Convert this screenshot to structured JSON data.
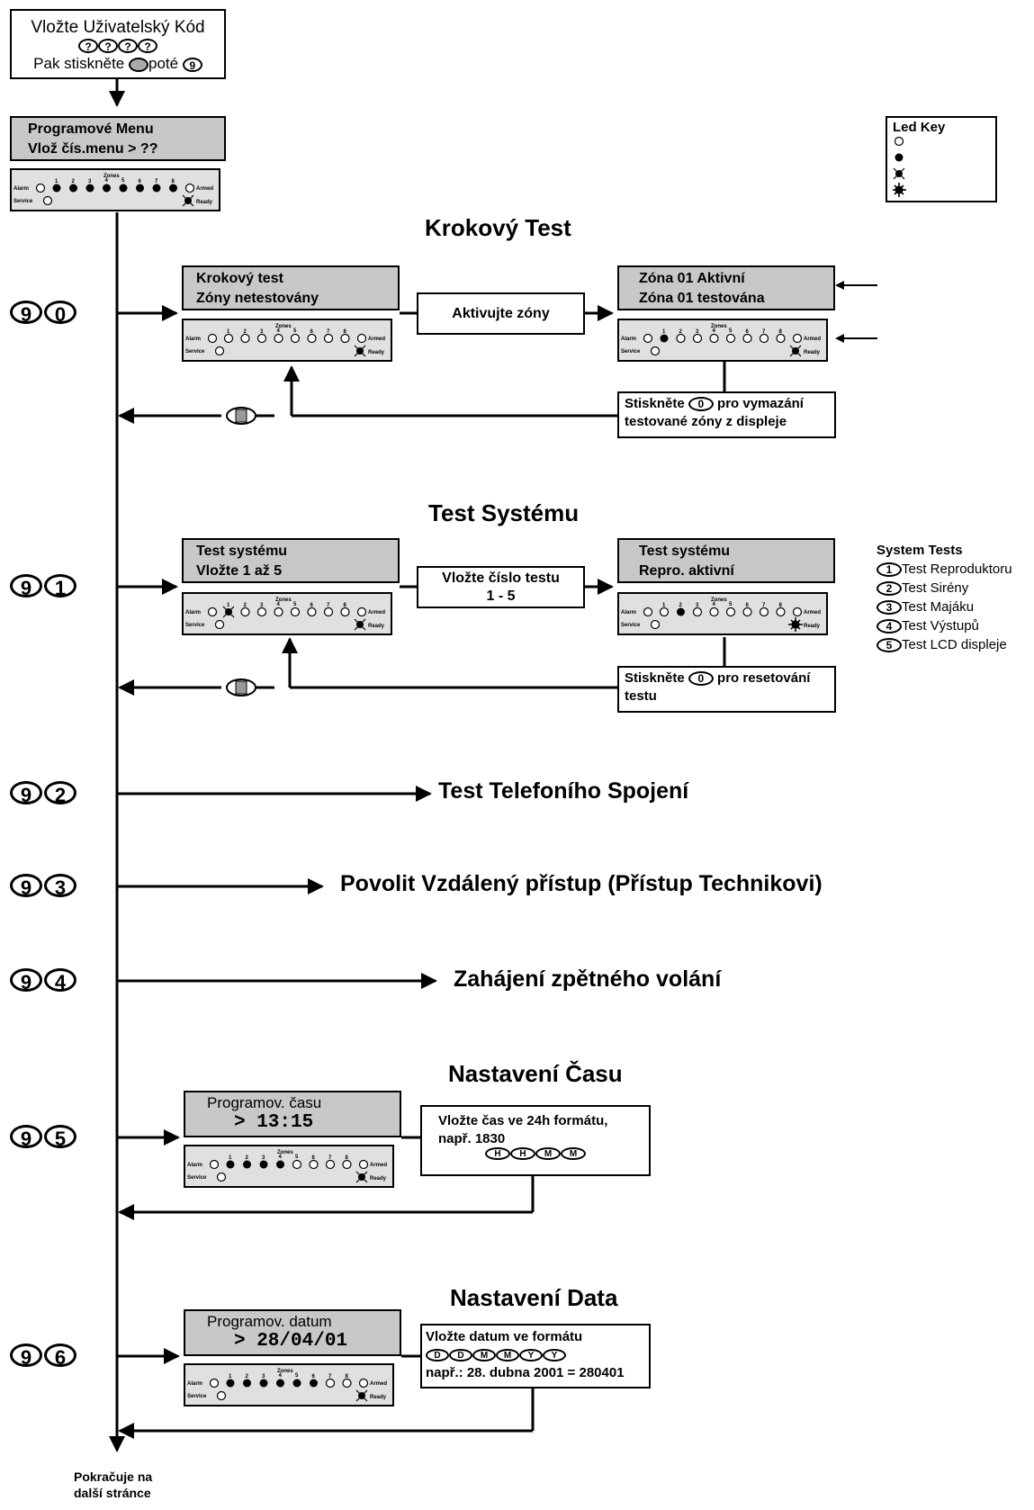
{
  "start": {
    "line1": "Vložte Uživatelský Kód",
    "keys": [
      "?",
      "?",
      "?",
      "?"
    ],
    "line2a": "Pak stiskněte",
    "line2b": "poté",
    "key9": "9"
  },
  "menu": {
    "line1": "Programové Menu",
    "line2": "Vlož čís.menu > ??"
  },
  "keypad": {
    "zones_label": "Zones",
    "alarm": "Alarm",
    "service": "Service",
    "armed": "Armed",
    "ready": "Ready",
    "nums": [
      "1",
      "2",
      "3",
      "4",
      "5",
      "6",
      "7",
      "8"
    ]
  },
  "legend": {
    "title": "Led Key"
  },
  "krokovy": {
    "title": "Krokový Test",
    "code": [
      "9",
      "0"
    ],
    "lcd1_line1": "Krokový test",
    "lcd1_line2": "Zóny netestovány",
    "action": "Aktivujte zóny",
    "lcd2_line1": "Zóna 01 Aktivní",
    "lcd2_line2": "Zóna 01 testována",
    "note_a": "Stiskněte",
    "note_key": "0",
    "note_b": "pro vymazání",
    "note_line2": "testované zóny z displeje"
  },
  "system": {
    "title": "Test Systému",
    "code": [
      "9",
      "1"
    ],
    "lcd1_line1": "Test systému",
    "lcd1_line2": "Vložte 1 až 5",
    "action_line1": "Vložte číslo testu",
    "action_line2": "1 - 5",
    "lcd2_line1": "Test systému",
    "lcd2_line2": "Repro. aktivní",
    "note_a": "Stiskněte",
    "note_key": "0",
    "note_b": "pro resetování",
    "note_line2": "testu",
    "list_title": "System Tests",
    "list": [
      {
        "key": "1",
        "label": "Test Reproduktoru"
      },
      {
        "key": "2",
        "label": "Test Sirény"
      },
      {
        "key": "3",
        "label": "Test Majáku"
      },
      {
        "key": "4",
        "label": "Test Výstupů"
      },
      {
        "key": "5",
        "label": "Test LCD displeje"
      }
    ]
  },
  "m92": {
    "code": [
      "9",
      "2"
    ],
    "label": "Test Telefoního Spojení"
  },
  "m93": {
    "code": [
      "9",
      "3"
    ],
    "label": "Povolit Vzdálený přístup (Přístup Technikovi)"
  },
  "m94": {
    "code": [
      "9",
      "4"
    ],
    "label": "Zahájení zpětného volání"
  },
  "cas": {
    "title": "Nastavení Času",
    "code": [
      "9",
      "5"
    ],
    "lcd_line1": "Programov. času",
    "lcd_line2": "> 13:15",
    "info_line1": "Vložte čas ve 24h formátu,",
    "info_line2": "např. 1830",
    "keys": [
      "H",
      "H",
      "M",
      "M"
    ]
  },
  "data": {
    "title": "Nastavení Data",
    "code": [
      "9",
      "6"
    ],
    "lcd_line1": "Programov. datum",
    "lcd_line2": "> 28/04/01",
    "info_line1": "Vložte datum ve formátu",
    "keys": [
      "D",
      "D",
      "M",
      "M",
      "Y",
      "Y"
    ],
    "info_line3": "např.: 28. dubna 2001 = 280401"
  },
  "footer": {
    "line1": "Pokračuje na",
    "line2": "další stránce"
  }
}
